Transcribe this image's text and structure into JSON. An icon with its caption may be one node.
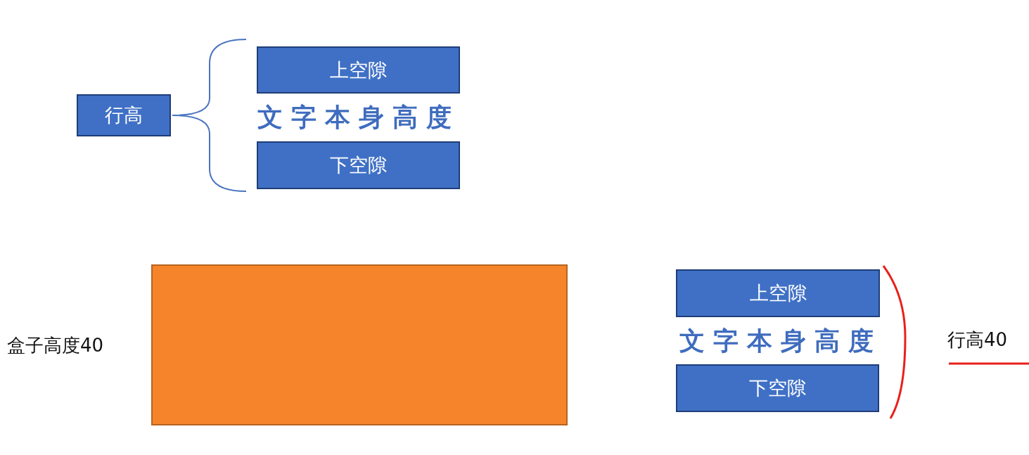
{
  "diagram": {
    "nodes": [
      {
        "text": [
          "行高"
        ]
      },
      {
        "text": [
          "上空隙"
        ]
      },
      {
        "text": [
          "下空隙"
        ]
      },
      {
        "text": [],
        "shape": "box",
        "beside": [
          "盒子高度40"
        ]
      },
      {
        "text": [
          "上空隙"
        ]
      },
      {
        "text": [
          "下空隙"
        ]
      }
    ],
    "labels": [
      "文字本身高度",
      "文字本身高度",
      "行高40"
    ]
  }
}
